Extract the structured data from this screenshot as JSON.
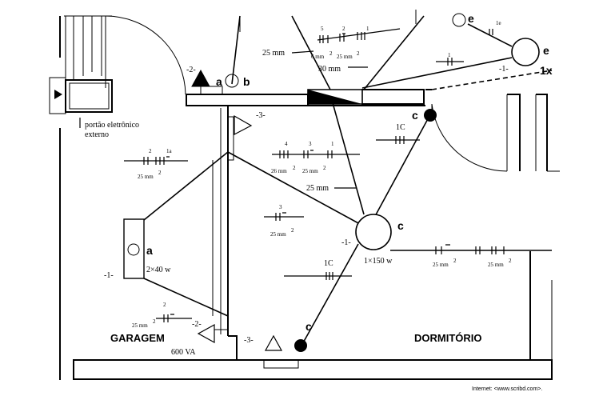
{
  "labels": {
    "portao_line1": "portão eletrônico",
    "portao_line2": "externo",
    "garagem": "GARAGEM",
    "dormitorio": "DORMITÓRIO",
    "lamp_garagem_power": "2×40 w",
    "lamp_dorm_power": "1×150 w",
    "tomada_power": "600 VA",
    "credit": "Internet: <www.scribd.com>.",
    "section_25": "25 mm",
    "section_30": "30 mm",
    "section_25_top": "25 mm",
    "section_26": "26 mm",
    "mm2": "25 mm",
    "mm2_6": "6 mm",
    "mm2_26": "26 mm",
    "sup2": "2"
  },
  "circuit_tags": {
    "c1_left": "-1-",
    "c1_dorm": "-1-",
    "c1_top": "-1-",
    "c2_top": "-2-",
    "c2_bottom": "-2-",
    "c3_dorm_top": "-3-",
    "c3_dorm_bottom": "-3-"
  },
  "point_letters": {
    "a_top": "a",
    "b_top": "b",
    "a_garagem": "a",
    "c_dorm": "c",
    "c_top_right": "c",
    "c_bottom": "c",
    "e_top": "e",
    "e_right": "e",
    "one_x": "1x"
  },
  "conductor_numbers": {
    "top_5": "5",
    "top_2": "2",
    "top_1": "1",
    "top_right_1": "1",
    "top_1e": "1e",
    "gar_2": "2",
    "gar_1a": "1a",
    "dorm_4": "4",
    "dorm_3": "3",
    "dorm_1": "1",
    "dorm_3b": "3",
    "gar_bottom_2": "2",
    "dorm_1c": "1C",
    "dorm_1c_bottom": "1C"
  }
}
